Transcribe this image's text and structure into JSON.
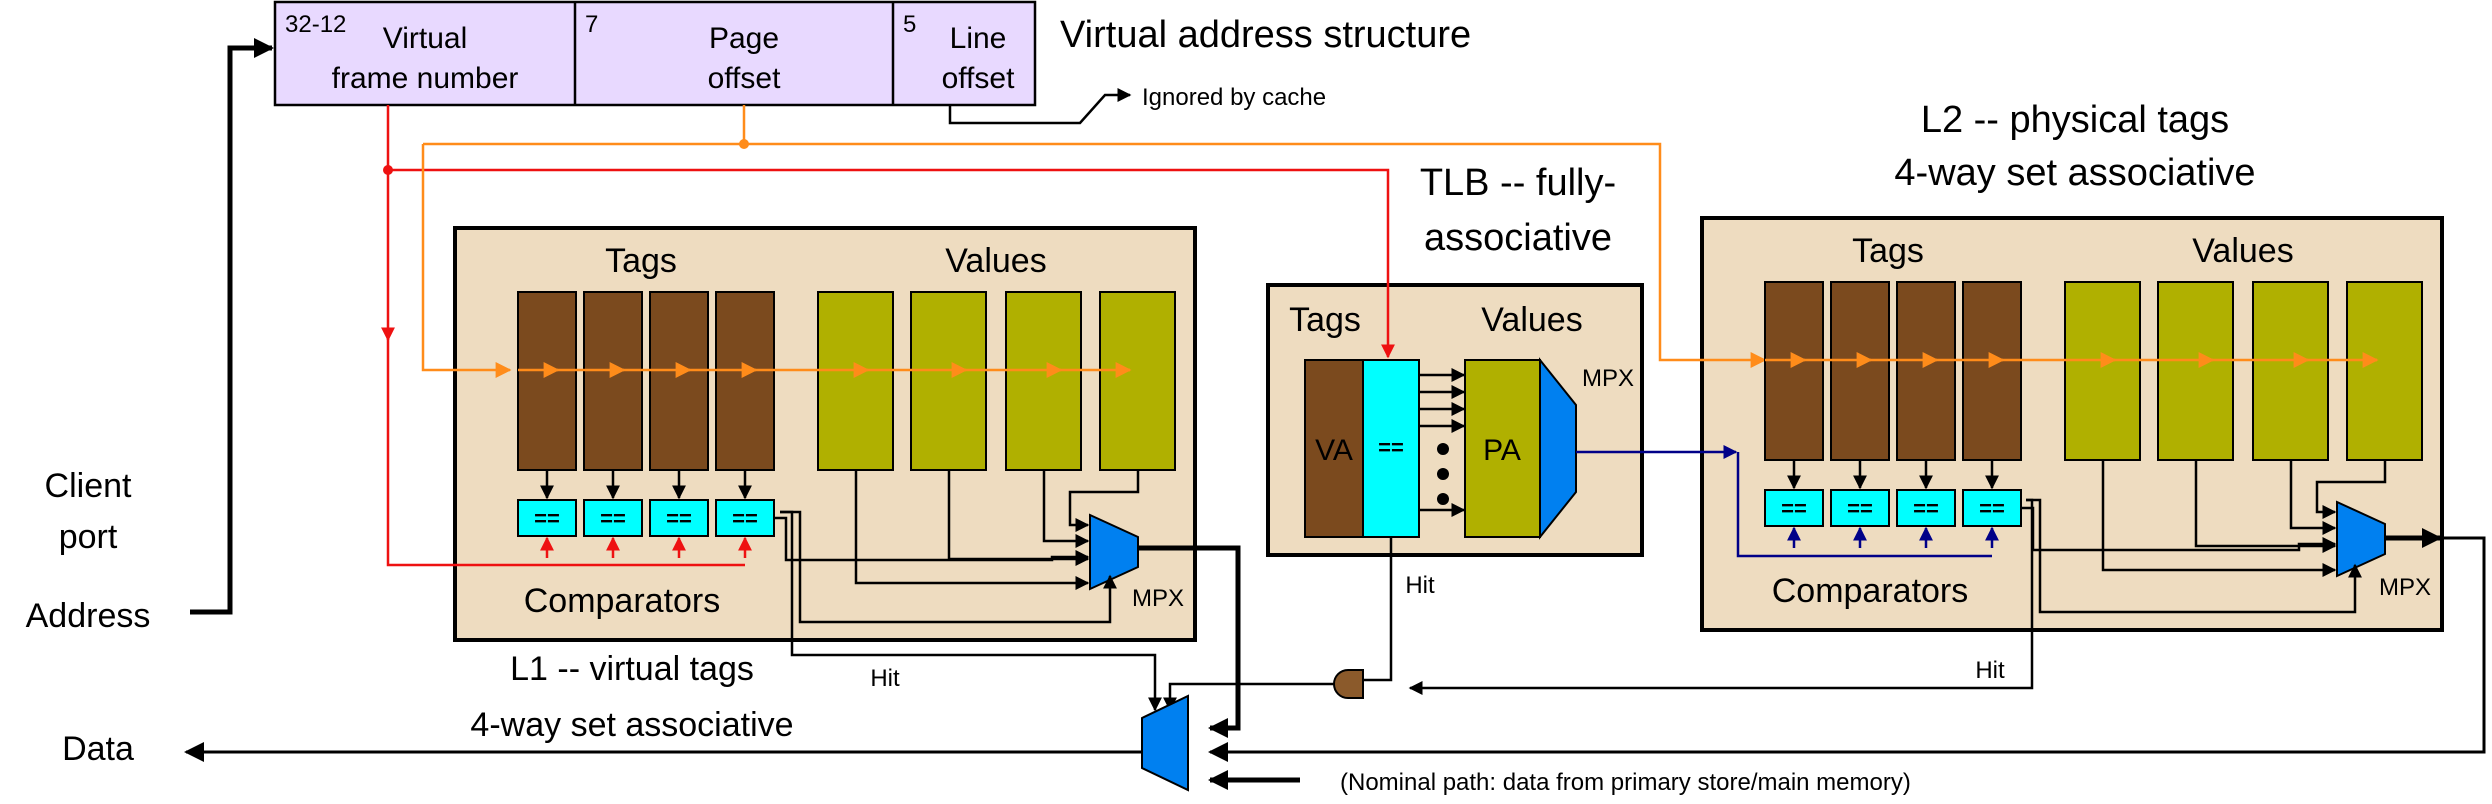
{
  "address_structure": {
    "title": "Virtual address structure",
    "vfn_bits": "32-12",
    "vfn_line1": "Virtual",
    "vfn_line2": "frame number",
    "page_bits": "7",
    "page_line1": "Page",
    "page_line2": "offset",
    "line_bits": "5",
    "line_line1": "Line",
    "line_line2": "offset",
    "ignored_note": "Ignored by cache"
  },
  "client_port": {
    "line1": "Client",
    "line2": "port",
    "address": "Address",
    "data": "Data"
  },
  "l1": {
    "title_line1": "L1 -- virtual tags",
    "title_line2": "4-way set associative",
    "tags": "Tags",
    "values": "Values",
    "comparators": "Comparators",
    "mpx": "MPX",
    "hit": "Hit",
    "eq": "=="
  },
  "tlb": {
    "title_line1": "TLB -- fully-",
    "title_line2": "associative",
    "tags": "Tags",
    "values": "Values",
    "va": "VA",
    "pa": "PA",
    "eq": "==",
    "mpx": "MPX",
    "hit": "Hit"
  },
  "l2": {
    "title_line1": "L2 -- physical tags",
    "title_line2": "4-way set associative",
    "tags": "Tags",
    "values": "Values",
    "comparators": "Comparators",
    "mpx": "MPX",
    "hit": "Hit",
    "eq": "=="
  },
  "nominal_path": "(Nominal path: data from primary store/main memory)",
  "colors": {
    "address_box": "#e8d9ff",
    "cache_bg": "#eedcc0",
    "tag_block": "#7b4a1e",
    "value_block": "#b0b000",
    "comparator": "#00ffff",
    "mux": "#0080f0",
    "red_wire": "#ee1111",
    "orange_wire": "#ff8c1a",
    "blue_wire": "#000088"
  }
}
